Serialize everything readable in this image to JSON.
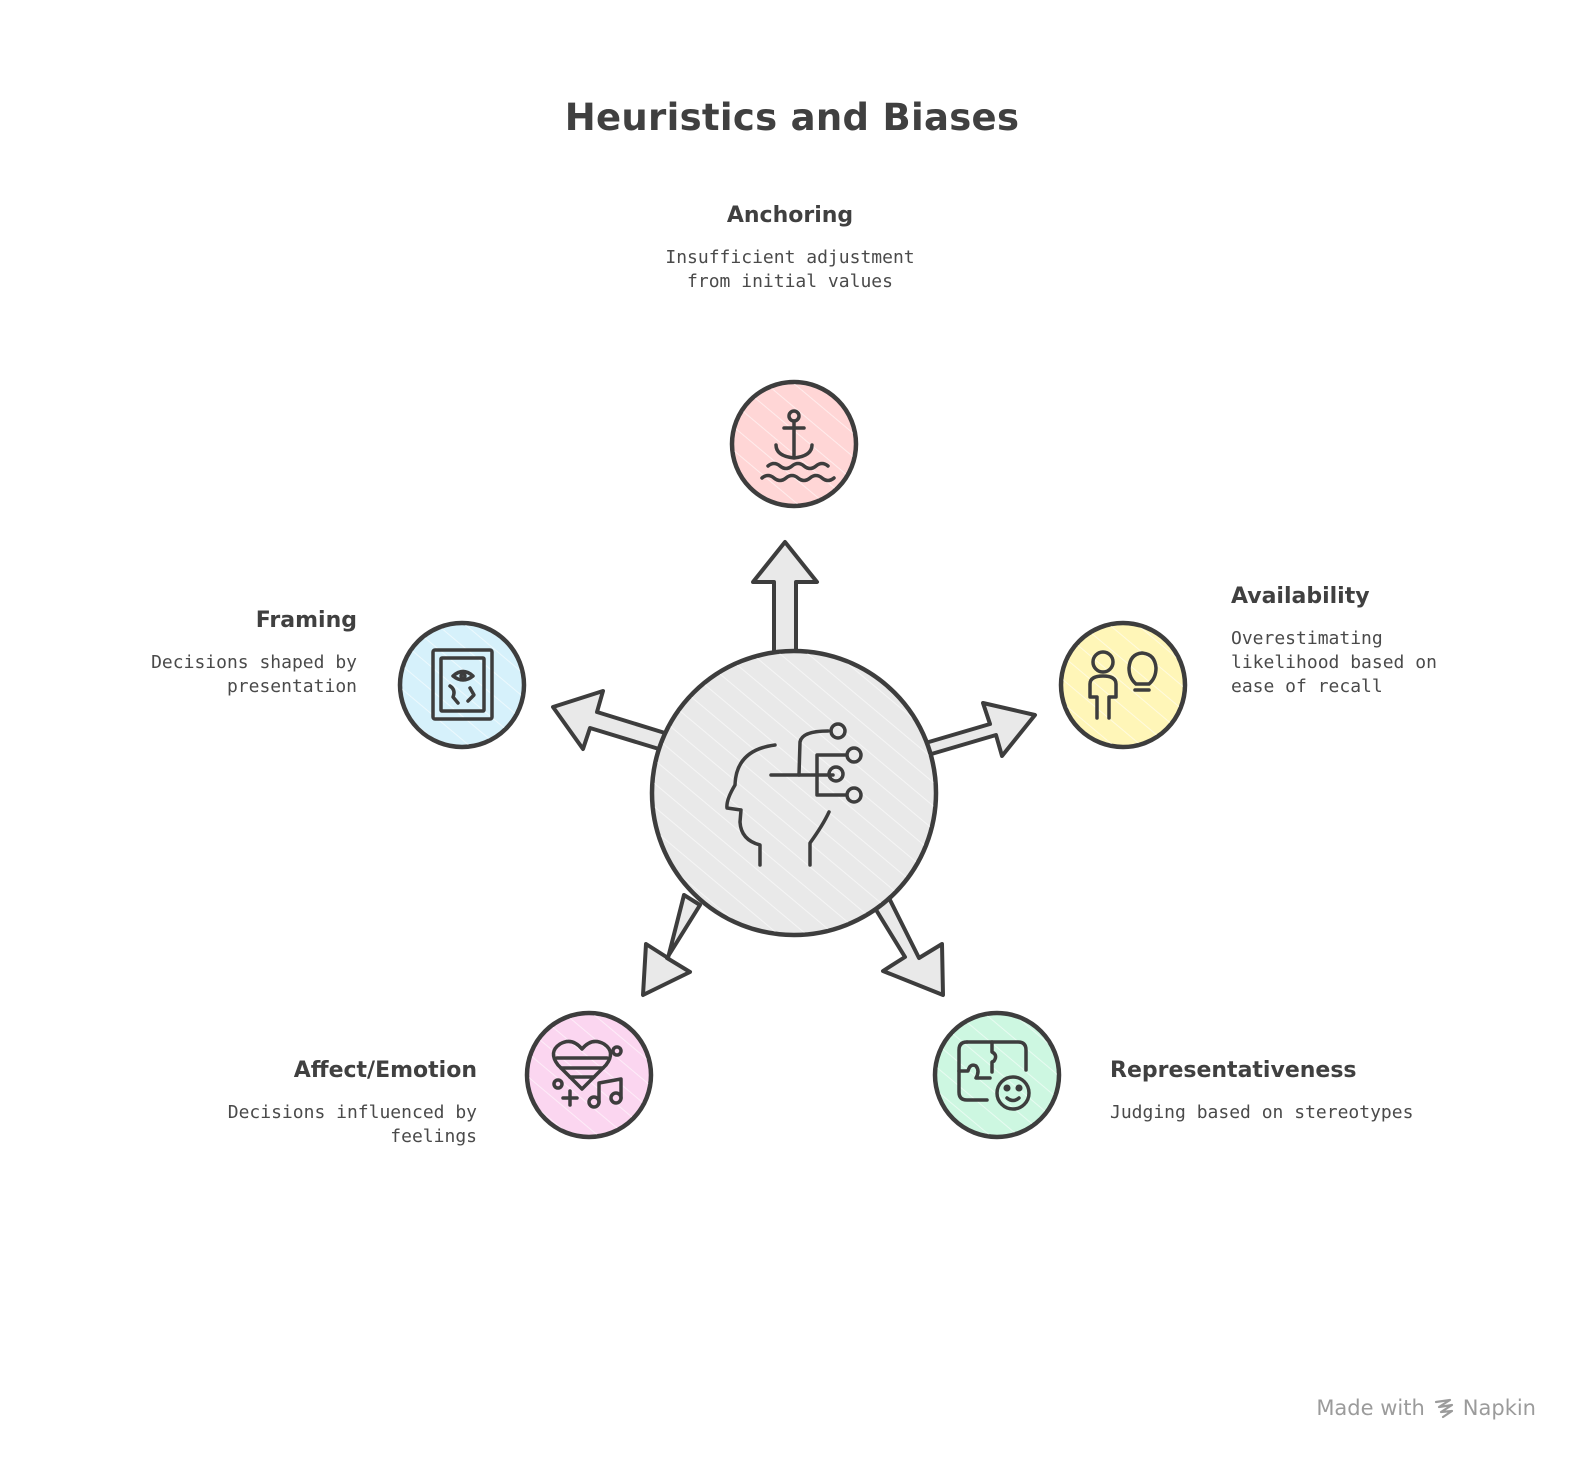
{
  "title": "Heuristics and Biases",
  "center": {
    "icon": "head-decision-icon",
    "fill": "#e9e9e9"
  },
  "nodes": [
    {
      "id": "anchoring",
      "label": "Anchoring",
      "description": "Insufficient adjustment from initial values",
      "icon": "anchor-icon",
      "color": "#ffd6d6"
    },
    {
      "id": "availability",
      "label": "Availability",
      "description": "Overestimating likelihood based on ease of recall",
      "icon": "person-lightbulb-icon",
      "color": "#fff6b8"
    },
    {
      "id": "framing",
      "label": "Framing",
      "description": "Decisions shaped by presentation",
      "icon": "framed-picture-icon",
      "color": "#d6f1fb"
    },
    {
      "id": "affect",
      "label": "Affect/Emotion",
      "description": "Decisions influenced by feelings",
      "icon": "heart-music-icon",
      "color": "#fbd6f0"
    },
    {
      "id": "representativeness",
      "label": "Representativeness",
      "description": "Judging based on stereotypes",
      "icon": "puzzle-face-icon",
      "color": "#cdf7e1"
    }
  ],
  "watermark": {
    "text": "Made with",
    "brand": "Napkin",
    "icon": "napkin-logo-icon"
  }
}
